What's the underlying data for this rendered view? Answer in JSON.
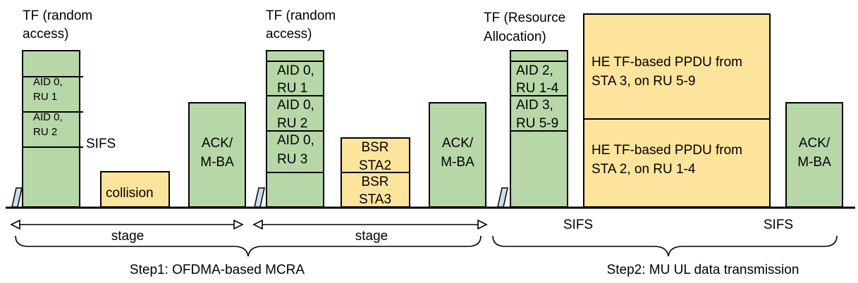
{
  "tf_random_access_1": {
    "line1": "TF (random",
    "line2": "access)"
  },
  "tf_random_access_2": {
    "line1": "TF (random",
    "line2": "access)"
  },
  "tf_resource_alloc": {
    "line1": "TF (Resource",
    "line2": "Allocation)"
  },
  "tf1_slots": [
    {
      "line1": "AID 0,",
      "line2": "RU 1"
    },
    {
      "line1": "AID 0,",
      "line2": "RU 2"
    }
  ],
  "sifs_label": "SIFS",
  "collision_label": "collision",
  "ack1": {
    "line1": "ACK/",
    "line2": "M-BA"
  },
  "tf2_slots": [
    {
      "line1": "AID 0,",
      "line2": "RU 1"
    },
    {
      "line1": "AID 0,",
      "line2": "RU 2"
    },
    {
      "line1": "AID 0,",
      "line2": "RU 3"
    }
  ],
  "bsr": [
    {
      "line1": "BSR",
      "line2": "STA2"
    },
    {
      "line1": "BSR",
      "line2": "STA3"
    }
  ],
  "ack2": {
    "line1": "ACK/",
    "line2": "M-BA"
  },
  "tf3_slots": [
    {
      "line1": "AID 2,",
      "line2": "RU 1-4"
    },
    {
      "line1": "AID 3,",
      "line2": "RU 5-9"
    }
  ],
  "ppdu_top": {
    "line1": "HE TF-based PPDU from",
    "line2": "STA 3, on RU 5-9"
  },
  "ppdu_bottom": {
    "line1": "HE TF-based PPDU from",
    "line2": "STA 2, on RU 1-4"
  },
  "ack3": {
    "line1": "ACK/",
    "line2": "M-BA"
  },
  "stage_label_1": "stage",
  "stage_label_2": "stage",
  "sifs_bottom_1": "SIFS",
  "sifs_bottom_2": "SIFS",
  "step1_label": "Step1: OFDMA-based MCRA",
  "step2_label": "Step2: MU UL data transmission",
  "colors": {
    "tf_green": "#b8d7a8",
    "data_yellow": "#fde49c",
    "antenna_blue": "#cfdcef"
  }
}
